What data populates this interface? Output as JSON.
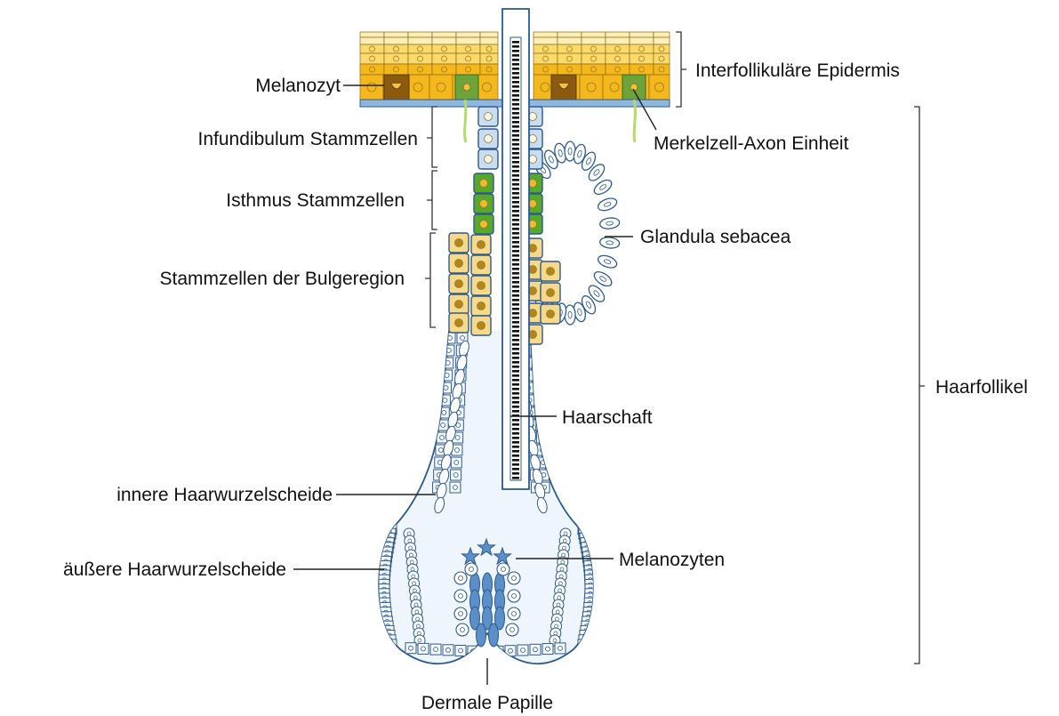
{
  "colors": {
    "outline": "#2e5a8a",
    "epidermis_gold": "#f5b81c",
    "epidermis_light": "#fbd96b",
    "epidermis_pale": "#fdeeb5",
    "melanocyte_brown": "#8a5a0e",
    "merkel_green": "#6aa43b",
    "infundibulum_blue": "#c9dcf0",
    "isthmus_green": "#58a82a",
    "bulge_yellow": "#f7d98c",
    "bulge_nucleus": "#b58712",
    "sheath_fill": "#eef5fc",
    "papilla_blue": "#5b8fc9",
    "basement": "#8fb8e0"
  },
  "labels": {
    "epidermis": "Interfollikuläre Epidermis",
    "melanocyte": "Melanozyt",
    "infundibulum": "Infundibulum Stammzellen",
    "merkel": "Merkelzell-Axon Einheit",
    "isthmus": "Isthmus Stammzellen",
    "sebaceous": "Glandula sebacea",
    "bulge": "Stammzellen der Bulgeregion",
    "hair_follicle": "Haarfollikel",
    "hair_shaft": "Haarschaft",
    "inner_sheath": "innere Haarwurzelscheide",
    "outer_sheath": "äußere Haarwurzelscheide",
    "melanocytes": "Melanozyten",
    "dermal_papilla": "Dermale Papille"
  }
}
